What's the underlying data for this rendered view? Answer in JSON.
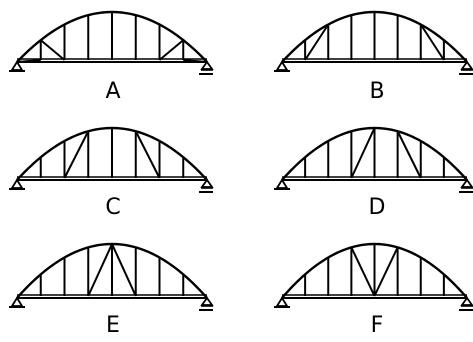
{
  "diagram": {
    "panels": [
      {
        "label": "A",
        "diagonals": [
          [
            1,
            0
          ],
          [
            2,
            1
          ],
          [
            6,
            7
          ],
          [
            7,
            8
          ]
        ]
      },
      {
        "label": "B",
        "diagonals": [
          [
            1,
            2
          ],
          [
            7,
            6
          ]
        ]
      },
      {
        "label": "C",
        "diagonals": [
          [
            2,
            3
          ],
          [
            6,
            5
          ]
        ]
      },
      {
        "label": "D",
        "diagonals": [
          [
            3,
            4
          ],
          [
            6,
            5
          ]
        ]
      },
      {
        "label": "E",
        "diagonals": [
          [
            3,
            4
          ],
          [
            5,
            4
          ]
        ]
      },
      {
        "label": "F",
        "diagonals": [
          [
            4,
            3
          ],
          [
            4,
            5
          ]
        ]
      }
    ]
  },
  "colors": {
    "stroke": "#000000",
    "background": "#ffffff"
  }
}
